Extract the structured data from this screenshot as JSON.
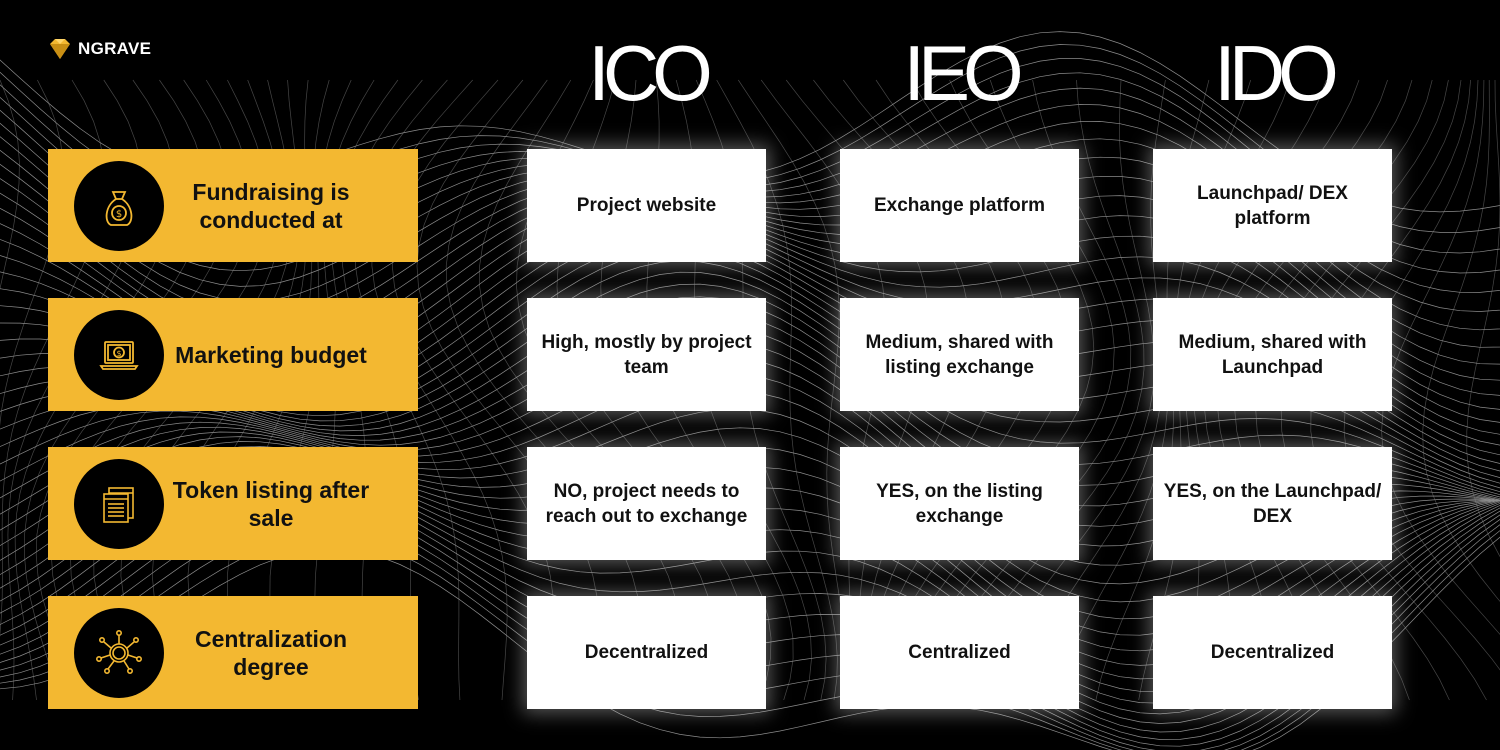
{
  "brand": {
    "name": "NGRAVE",
    "icon": "diamond-logo-icon"
  },
  "columns": [
    {
      "label": "ICO"
    },
    {
      "label": "IEO"
    },
    {
      "label": "IDO"
    }
  ],
  "rows": [
    {
      "label": "Fundraising is conducted at",
      "icon": "money-bag-icon",
      "cells": [
        "Project website",
        "Exchange platform",
        "Launchpad/ DEX platform"
      ]
    },
    {
      "label": "Marketing budget",
      "icon": "laptop-dollar-icon",
      "cells": [
        "High, mostly by project team",
        "Medium, shared with listing exchange",
        "Medium, shared with Launchpad"
      ]
    },
    {
      "label": "Token listing after sale",
      "icon": "listing-window-icon",
      "cells": [
        "NO, project needs to reach out to exchange",
        "YES, on the listing exchange",
        "YES, on the Launchpad/ DEX"
      ]
    },
    {
      "label": "Centralization degree",
      "icon": "network-hub-icon",
      "cells": [
        "Decentralized",
        "Centralized",
        "Decentralized"
      ]
    }
  ],
  "colors": {
    "accent": "#f3b831",
    "background": "#000000",
    "cell": "#ffffff"
  }
}
